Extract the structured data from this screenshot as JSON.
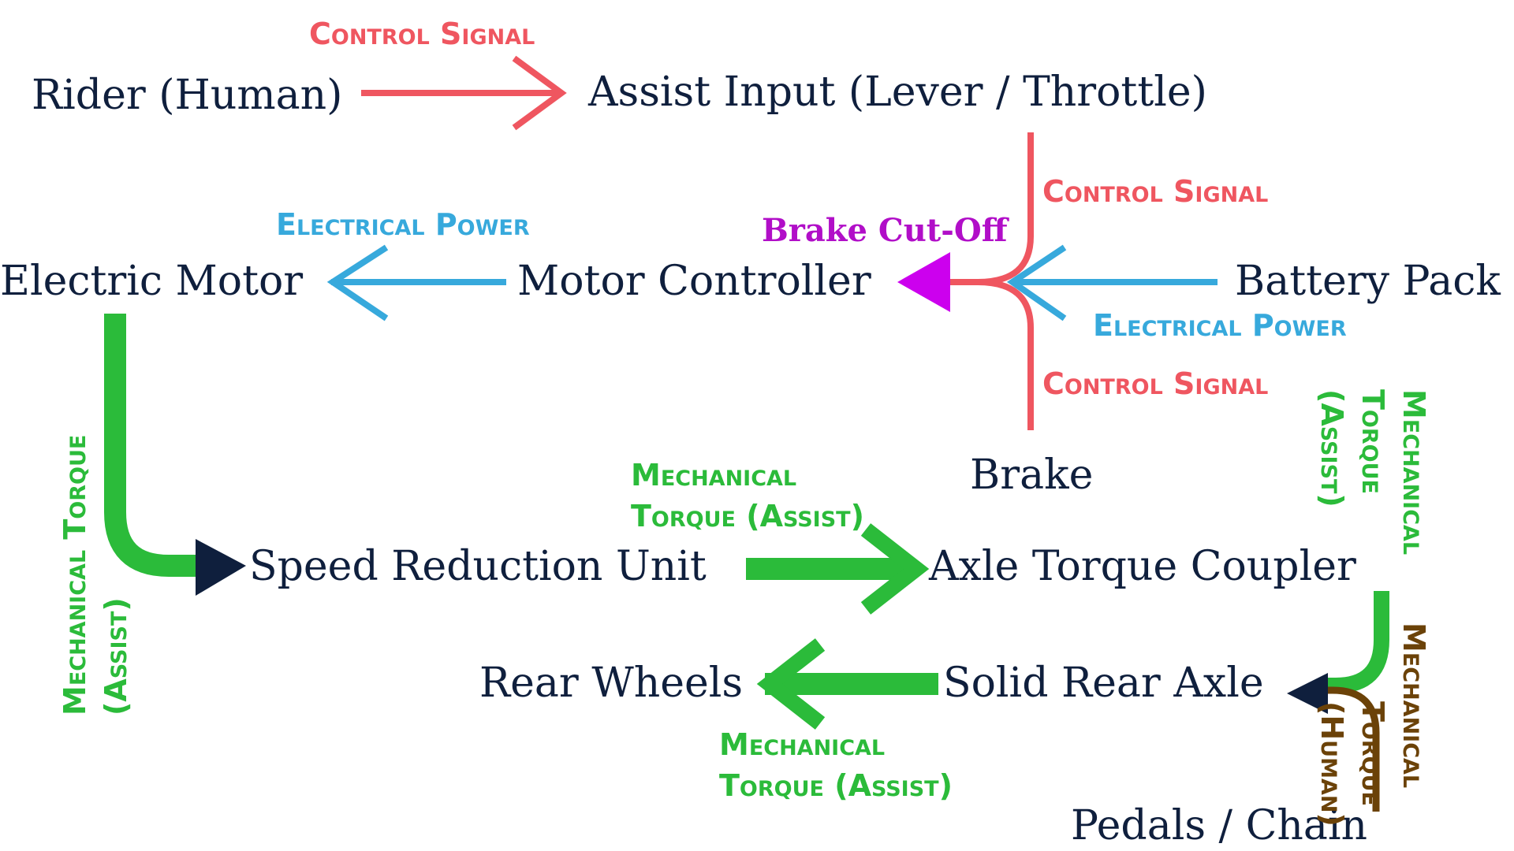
{
  "nodes": {
    "rider": "Rider (Human)",
    "assist_input": "Assist Input (Lever / Throttle)",
    "electric_motor": "Electric Motor",
    "motor_controller": "Motor Controller",
    "battery_pack": "Battery Pack",
    "brake": "Brake",
    "speed_reduction_unit": "Speed Reduction Unit",
    "axle_torque_coupler": "Axle Torque Coupler",
    "rear_wheels": "Rear Wheels",
    "solid_rear_axle": "Solid Rear Axle",
    "pedals_chain": "Pedals / Chain"
  },
  "edges": {
    "rider_to_input": "Control Signal",
    "input_to_controller": "Control Signal",
    "battery_to_controller": "Electrical Power",
    "brake_to_controller": "Control Signal",
    "brake_cutoff": "Brake Cut-Off",
    "controller_to_motor": "Electrical Power",
    "motor_to_reduction_line1": "Mechanical Torque",
    "motor_to_reduction_line2": "(Assist)",
    "reduction_to_coupler_line1": "Mechanical",
    "reduction_to_coupler_line2": "Torque (Assist)",
    "coupler_to_axle_line1": "Mechanical",
    "coupler_to_axle_line2": "Torque",
    "coupler_to_axle_line3": "(Assist)",
    "axle_to_wheels_line1": "Mechanical",
    "axle_to_wheels_line2": "Torque (Assist)",
    "pedals_to_axle_line1": "Mechanical",
    "pedals_to_axle_line2": "Torque",
    "pedals_to_axle_line3": "(Human)"
  },
  "colors": {
    "control_signal": "#ef5660",
    "electrical_power": "#37a9dc",
    "mechanical_assist": "#2bbb3a",
    "mechanical_human": "#6b4208",
    "brake_cutoff": "#b10ec8",
    "node_text": "#0f1f3d"
  }
}
